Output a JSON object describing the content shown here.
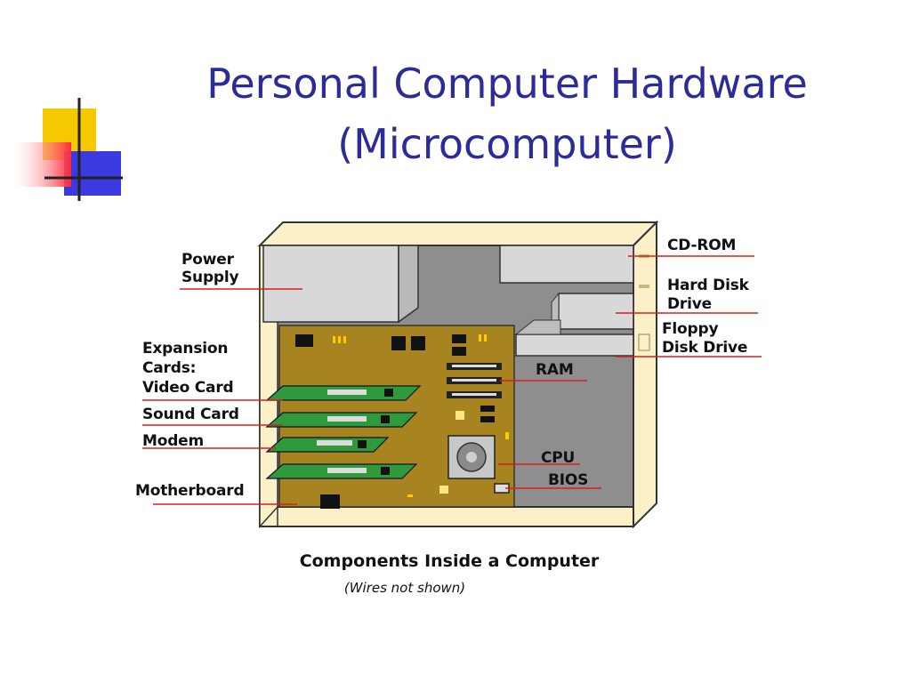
{
  "slide": {
    "title_line1": "Personal Computer Hardware",
    "title_line2": "(Microcomputer)"
  },
  "diagram": {
    "labels": {
      "power_supply_1": "Power",
      "power_supply_2": "Supply",
      "expansion_1": "Expansion",
      "expansion_2": "Cards:",
      "video_card": "Video Card",
      "sound_card": "Sound Card",
      "modem": "Modem",
      "motherboard": "Motherboard",
      "cd_rom": "CD-ROM",
      "hard_disk_1": "Hard Disk",
      "hard_disk_2": "Drive",
      "floppy_1": "Floppy",
      "floppy_2": "Disk Drive",
      "ram": "RAM",
      "cpu": "CPU",
      "bios": "BIOS"
    },
    "caption": "Components Inside a Computer",
    "subcaption": "(Wires not shown)"
  },
  "colors": {
    "title": "#2b2b9a",
    "leader_line": "#d42020",
    "motherboard": "#a88420",
    "case_beige": "#fbf0c8",
    "case_gray": "#8e8e8e",
    "card_green": "#2f9a3c"
  }
}
